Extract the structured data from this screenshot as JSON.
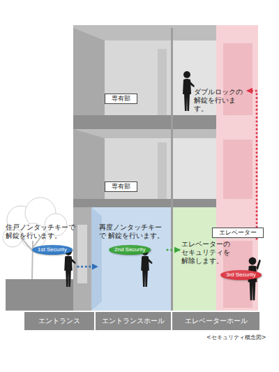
{
  "diagram": {
    "caption": "<セキュリティ概念図>",
    "nodes": [
      {
        "text": [
          "専有部"
        ]
      },
      {
        "text": [
          "ダブルロックの 解錠を行います。"
        ]
      },
      {
        "text": [
          "専有部"
        ]
      },
      {
        "text": [
          "住戸ノンタッチキーで 解錠を行います。",
          "1st Security"
        ]
      },
      {
        "text": [
          "再度ノンタッチキーで 解錠を行います。",
          "2nd Security"
        ]
      },
      {
        "text": [
          "エレベーター"
        ]
      },
      {
        "text": [
          "エレベーターの セキュリティを 解除します。",
          "3rd Security"
        ]
      },
      {
        "text": [
          "エントランス"
        ]
      },
      {
        "text": [
          "エントランスホール"
        ]
      },
      {
        "text": [
          "エレベーターホール"
        ]
      }
    ],
    "edges": [
      {
        "from": 3,
        "to": 4,
        "arrow": "to"
      },
      {
        "from": 4,
        "to": 6,
        "arrow": "to"
      },
      {
        "from": 6,
        "to": 1,
        "arrow": "to"
      }
    ]
  }
}
